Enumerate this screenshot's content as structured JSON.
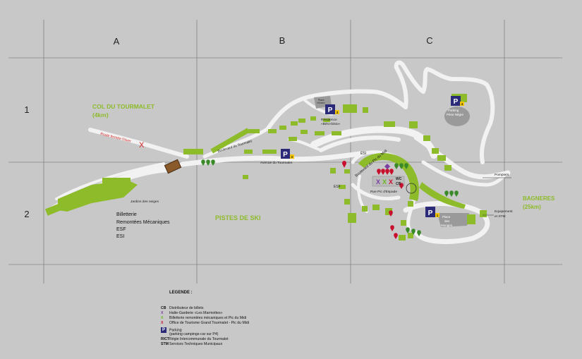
{
  "grid": {
    "columns": [
      "A",
      "B",
      "C"
    ],
    "rows": [
      "1",
      "2"
    ]
  },
  "labels": {
    "col_tourmalet": "COL DU TOURMALET",
    "col_tourmalet_dist": "(4km)",
    "route_fermee": "Route fermée l'hiver",
    "boulevard_tourmalet": "Boulevard du Tourmalet",
    "avenue_tourmalet": "Avenue du Tourmalet",
    "residence": "Résidence",
    "residence_name": "«Béro-bisto»",
    "jardins_neiges": "Jardins des neiges",
    "pistes_ski": "PISTES DE SKI",
    "bagneres": "BAGNERES",
    "bagneres_dist": "(25km)",
    "boulevard_pic_midi": "Boulevard du Pic du Midi",
    "rue_pic_epade": "Rue Pic d'Espade",
    "esi": "ESI",
    "esf": "ESF",
    "wc": "WC",
    "cb": "CB",
    "pompiers": "Pompiers",
    "equipement": "Equipement",
    "equipement_stm": "et STM",
    "parking_pene": "Parking",
    "parking_pene_name": "Pène Nègre",
    "place_monges_1": "Place",
    "place_monges_2": "des",
    "place_monges_3": "Monges",
    "place_small_1": "Place",
    "place_small_2": "«Gran»",
    "services_list": [
      "Billetterie",
      "Remontées Mécaniques",
      "ESF",
      "ESI"
    ]
  },
  "parkings": [
    {
      "letter": "P",
      "number": "1"
    },
    {
      "letter": "P",
      "number": "2"
    },
    {
      "letter": "P",
      "number": "3"
    },
    {
      "letter": "P",
      "number": "4"
    }
  ],
  "legend": {
    "title": "LEGENDE :",
    "items": [
      {
        "key": "CB",
        "text": "Distributeur de billets"
      },
      {
        "key": "X",
        "text": "Halte-Garderie «Les Marmottes»"
      },
      {
        "key": "X",
        "text": "Billetterie remontées mécaniques et Pic du Midi"
      },
      {
        "key": "X",
        "text": "Office de Tourisme Grand Tourmalet - Pic du Midi"
      },
      {
        "key": "P",
        "text": "Parking"
      },
      {
        "key": "",
        "text": "(parking campings-car sur P4)"
      },
      {
        "key": "RICT",
        "text": "Régie Intercommunale du Tourmalet"
      },
      {
        "key": "STM",
        "text": "Services Techniques Municipaux"
      }
    ]
  },
  "colors": {
    "background": "#c8c8c8",
    "road": "#f2f2f2",
    "building": "#8dbb2a",
    "parking_blue": "#2b2a78",
    "parking_yellow": "#f2c500",
    "grid_line": "#6a6a6a",
    "title_green": "#8dbb2a",
    "route_red": "#d42020"
  }
}
